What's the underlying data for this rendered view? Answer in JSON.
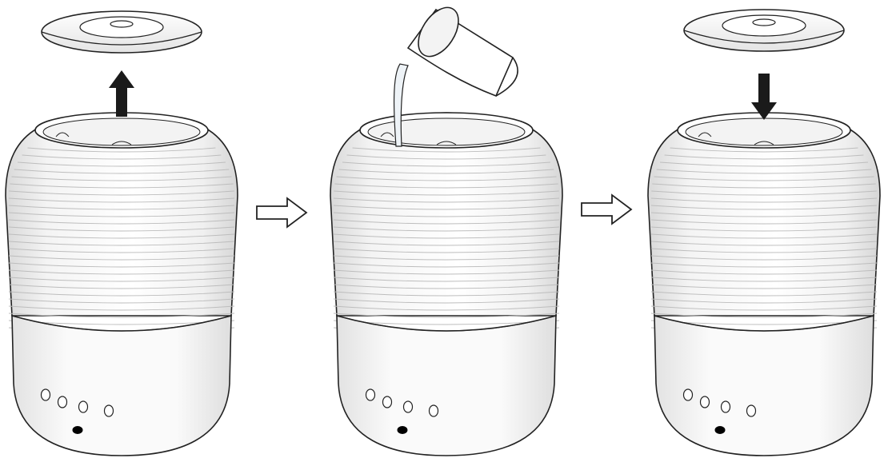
{
  "diagram": {
    "steps": [
      {
        "id": "step-1",
        "action": "remove-lid",
        "arrow_icon": "arrow-up-icon",
        "accessory": "lid"
      },
      {
        "id": "step-2",
        "action": "pour-water",
        "arrow_icon": null,
        "accessory": "pitcher"
      },
      {
        "id": "step-3",
        "action": "replace-lid",
        "arrow_icon": "arrow-down-icon",
        "accessory": "lid"
      }
    ],
    "connectors": [
      {
        "icon": "hollow-arrow-right-icon"
      },
      {
        "icon": "hollow-arrow-right-icon"
      }
    ],
    "colors": {
      "outline": "#222222",
      "arrow_fill": "#1a1a1a",
      "body_fill": "#ffffff",
      "body_shade": "#e6e6e6",
      "stripe": "#bdbdbd",
      "button_dot": "#000000"
    },
    "device": {
      "buttons": 4,
      "stripes": 26
    }
  }
}
